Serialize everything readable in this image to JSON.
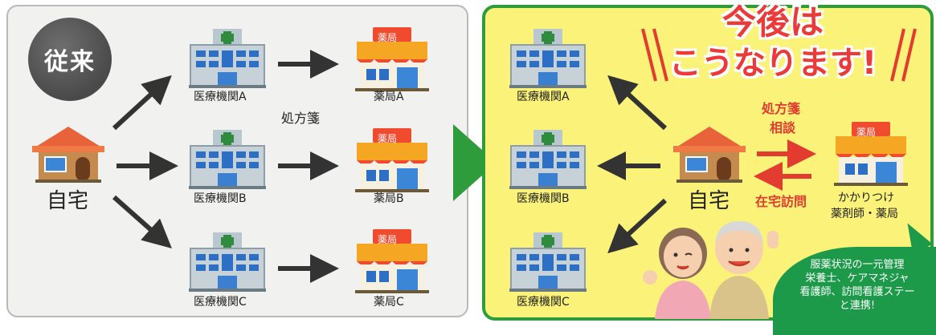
{
  "left_panel": {
    "badge": "従来",
    "home_label": "自宅",
    "hospitals": [
      "医療機関A",
      "医療機関B",
      "医療機関C"
    ],
    "pharmacies": [
      "薬局A",
      "薬局B",
      "薬局C"
    ],
    "pharmacy_sign": "薬局",
    "prescription_label": "処方箋"
  },
  "right_panel": {
    "headline_line1": "今後は",
    "headline_line2": "こうなります!",
    "hospitals": [
      "医療機関A",
      "医療機関B",
      "医療機関C"
    ],
    "home_label": "自宅",
    "to_pharmacy_line1": "処方箋",
    "to_pharmacy_line2": "相談",
    "home_visit": "在宅訪問",
    "pharmacy_sign": "薬局",
    "kakaritsuke_line1": "かかりつけ",
    "kakaritsuke_line2": "薬剤師・薬局",
    "bubble_lines": [
      "服薬状況の一元管理",
      "栄養士、ケアマネジャ",
      "看護師、訪問看護ステー",
      "と連携!"
    ]
  },
  "colors": {
    "left_bg": "#f1f1ef",
    "right_bg": "#fbf27a",
    "accent_green": "#2f9c3b",
    "accent_red": "#e23b2f"
  }
}
